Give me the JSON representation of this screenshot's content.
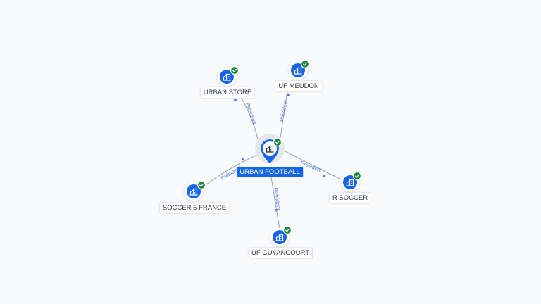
{
  "colors": {
    "accent": "#1565e8",
    "status": "#1e8a3c",
    "edge": "#9aa3ad",
    "edge_label": "#4f7fe0"
  },
  "nodes": {
    "center": {
      "label": "URBAN FOOTBALL",
      "icon": "company-building-icon",
      "status": "verified-check-icon"
    },
    "urban_store": {
      "label": "URBAN STORE",
      "icon": "company-building-icon",
      "status": "verified-check-icon"
    },
    "uf_meudon": {
      "label": "UF MEUDON",
      "icon": "company-building-icon",
      "status": "verified-check-icon"
    },
    "soccer5": {
      "label": "SOCCER 5 FRANCE",
      "icon": "company-building-icon",
      "status": "verified-check-icon"
    },
    "r_soccer": {
      "label": "R SOCCER",
      "icon": "company-building-icon",
      "status": "verified-check-icon"
    },
    "uf_guyancourt": {
      "label": "UF GUYANCOURT",
      "icon": "company-building-icon",
      "status": "verified-check-icon"
    }
  },
  "edges": {
    "urban_store": "Président",
    "uf_meudon": "Président",
    "soccer5": "Président",
    "r_soccer": "Président",
    "uf_guyancourt": "Président"
  }
}
